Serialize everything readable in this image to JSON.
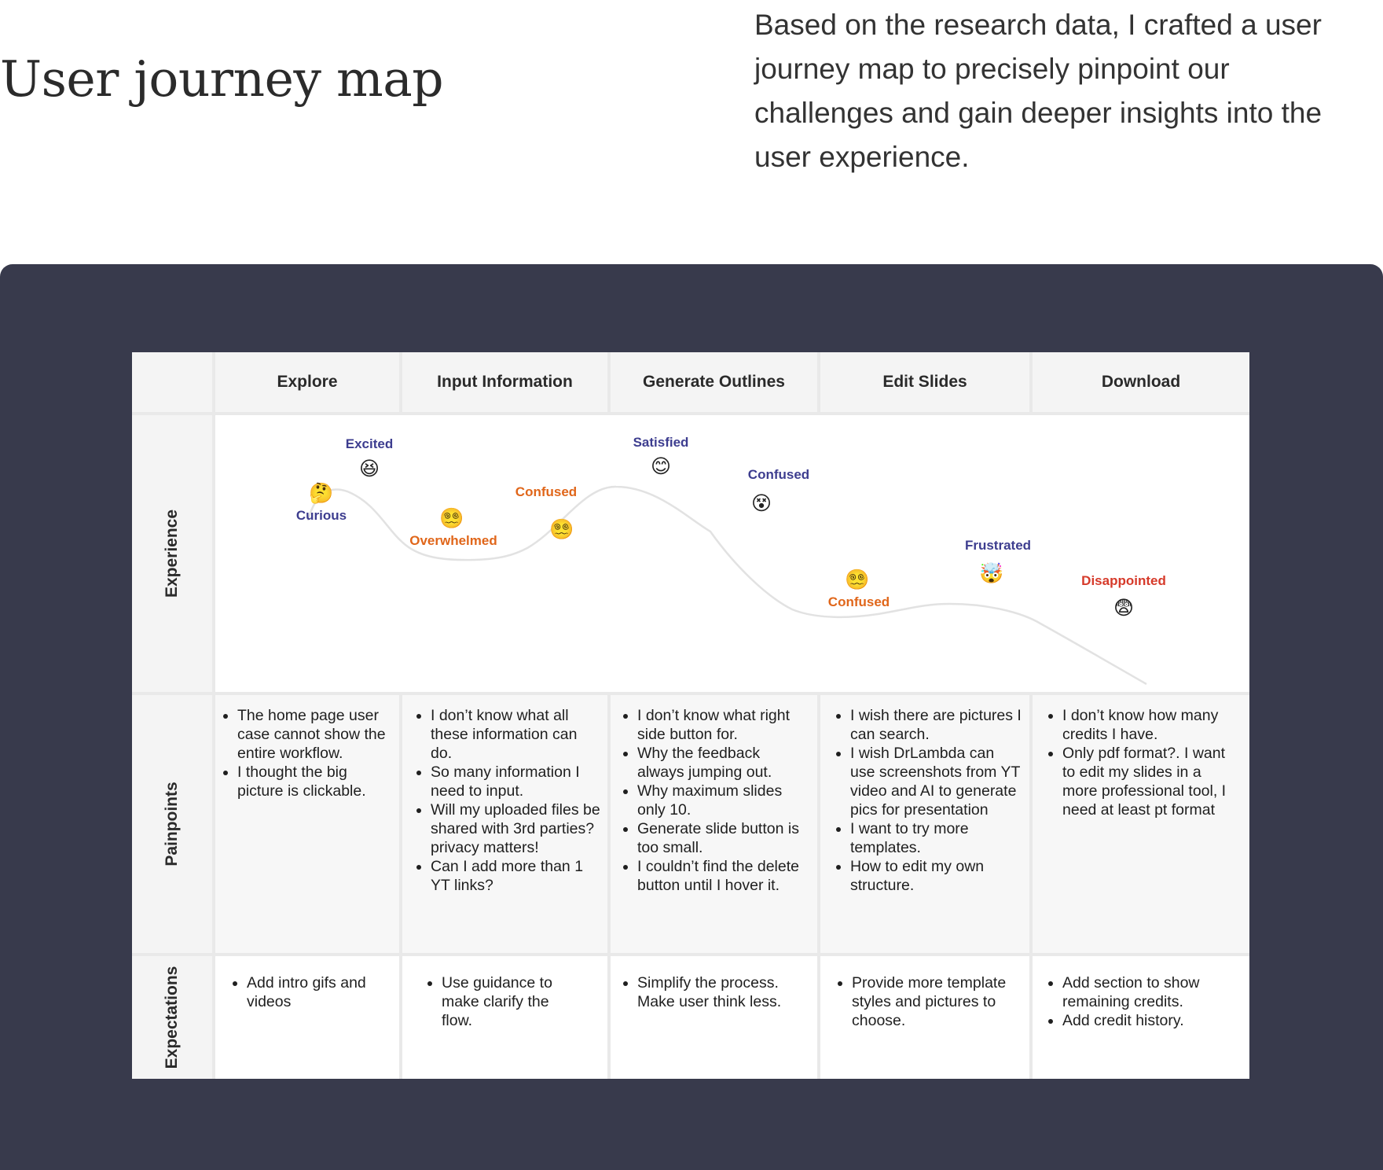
{
  "page": {
    "title": "User journey map",
    "intro": "Based on the research data,  I crafted a user journey map to precisely pinpoint our challenges and gain deeper insights into the user experience."
  },
  "map": {
    "stages": [
      "Explore",
      "Input Information",
      "Generate Outlines",
      "Edit Slides",
      "Download"
    ],
    "rows": {
      "experience": "Experience",
      "painpoints": "Painpoints",
      "expectations": "Expectations"
    },
    "emotions": [
      {
        "label": "Curious",
        "icon": "🤔",
        "color": "#3d3d8f"
      },
      {
        "label": "Excited",
        "icon": "😆",
        "color": "#3d3d8f"
      },
      {
        "label": "Overwhelmed",
        "icon": "😵‍💫",
        "color": "#e0661a"
      },
      {
        "label": "Confused",
        "icon": "😵‍💫",
        "color": "#e0661a"
      },
      {
        "label": "Satisfied",
        "icon": "😊",
        "color": "#3d3d8f"
      },
      {
        "label": "Confused",
        "icon": "😵",
        "color": "#3d3d8f"
      },
      {
        "label": "Confused",
        "icon": "😵‍💫",
        "color": "#e0661a"
      },
      {
        "label": "Frustrated",
        "icon": "🤯",
        "color": "#3d3d8f"
      },
      {
        "label": "Disappointed",
        "icon": "😨",
        "color": "#d63a2a"
      }
    ],
    "painpoints": [
      [
        "The home page user case cannot show the entire workflow.",
        "I thought the big picture is clickable."
      ],
      [
        "I don’t know what all these information can do.",
        "So many information I need to input.",
        "Will my uploaded files be shared with 3rd parties? privacy matters!",
        "Can I add more than 1 YT links?"
      ],
      [
        "I don’t know what right side button for.",
        "Why the feedback always jumping out.",
        "Why maximum slides only 10.",
        "Generate slide button is too small.",
        "I couldn’t find the delete button until I hover it."
      ],
      [
        "I wish there are pictures I can search.",
        "I wish DrLambda can use screenshots from YT video and AI to generate pics for presentation",
        "I want to try more templates.",
        "How to edit my own structure."
      ],
      [
        "I don’t know how many credits I have.",
        "Only pdf format?. I want to edit my slides in a more professional tool, I need at least pt format"
      ]
    ],
    "expectations": [
      [
        "Add intro gifs and videos"
      ],
      [
        "Use guidance to make clarify the flow."
      ],
      [
        "Simplify the process. Make user think less."
      ],
      [
        "Provide more template styles and pictures to choose."
      ],
      [
        "Add section to show remaining credits.",
        "Add credit history."
      ]
    ]
  },
  "colors": {
    "panel": "#383a4c",
    "positive": "#3d3d8f",
    "confused": "#e0661a",
    "negative": "#d63a2a",
    "curve": "#e2e2e2"
  }
}
